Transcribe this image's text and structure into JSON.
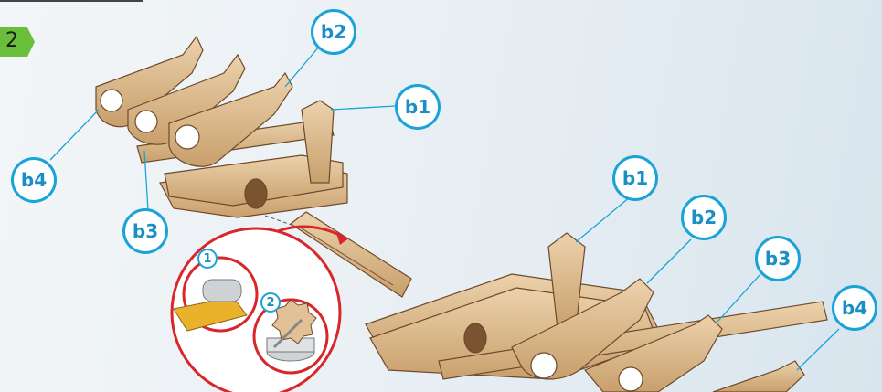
{
  "step": {
    "number": "2",
    "badge_color": "#6abf3a"
  },
  "labels": {
    "upper_b2": "b2",
    "upper_b1": "b1",
    "upper_b4": "b4",
    "upper_b3": "b3",
    "lower_b1": "b1",
    "lower_b2": "b2",
    "lower_b3": "b3",
    "lower_b4": "b4"
  },
  "substeps": {
    "one": "1",
    "two": "2"
  },
  "colors": {
    "callout_blue": "#1aa3d8",
    "detail_red": "#d8262a",
    "wood": "#d9b88c",
    "wood_dark": "#a9825a"
  },
  "icons": [
    "sandpaper-icon",
    "glue-icon"
  ]
}
